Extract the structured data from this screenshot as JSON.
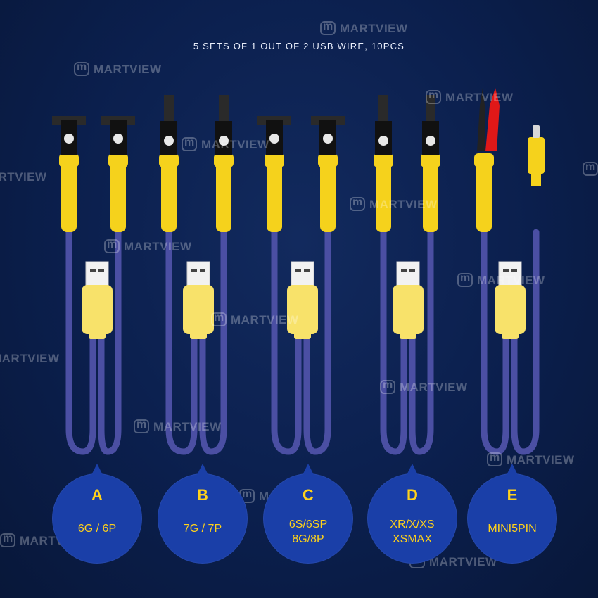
{
  "title": "5 SETS OF 1 OUT OF 2 USB WIRE, 10PCS",
  "watermark": "MARTVIEW",
  "colors": {
    "background": "#0b1f4d",
    "badge": "#1a3fa8",
    "badge_text": "#ffd21a",
    "cable": "#4b4fa3",
    "sleeve": "#f5d21c",
    "usb_body": "#f8e26a"
  },
  "sets": [
    {
      "letter": "A",
      "line1": "6G / 6P",
      "line2": ""
    },
    {
      "letter": "B",
      "line1": "7G / 7P",
      "line2": ""
    },
    {
      "letter": "C",
      "line1": "6S/6SP",
      "line2": "8G/8P"
    },
    {
      "letter": "D",
      "line1": "XR/X/XS",
      "line2": "XSMAX"
    },
    {
      "letter": "E",
      "line1": "MINI5PIN",
      "line2": ""
    }
  ]
}
